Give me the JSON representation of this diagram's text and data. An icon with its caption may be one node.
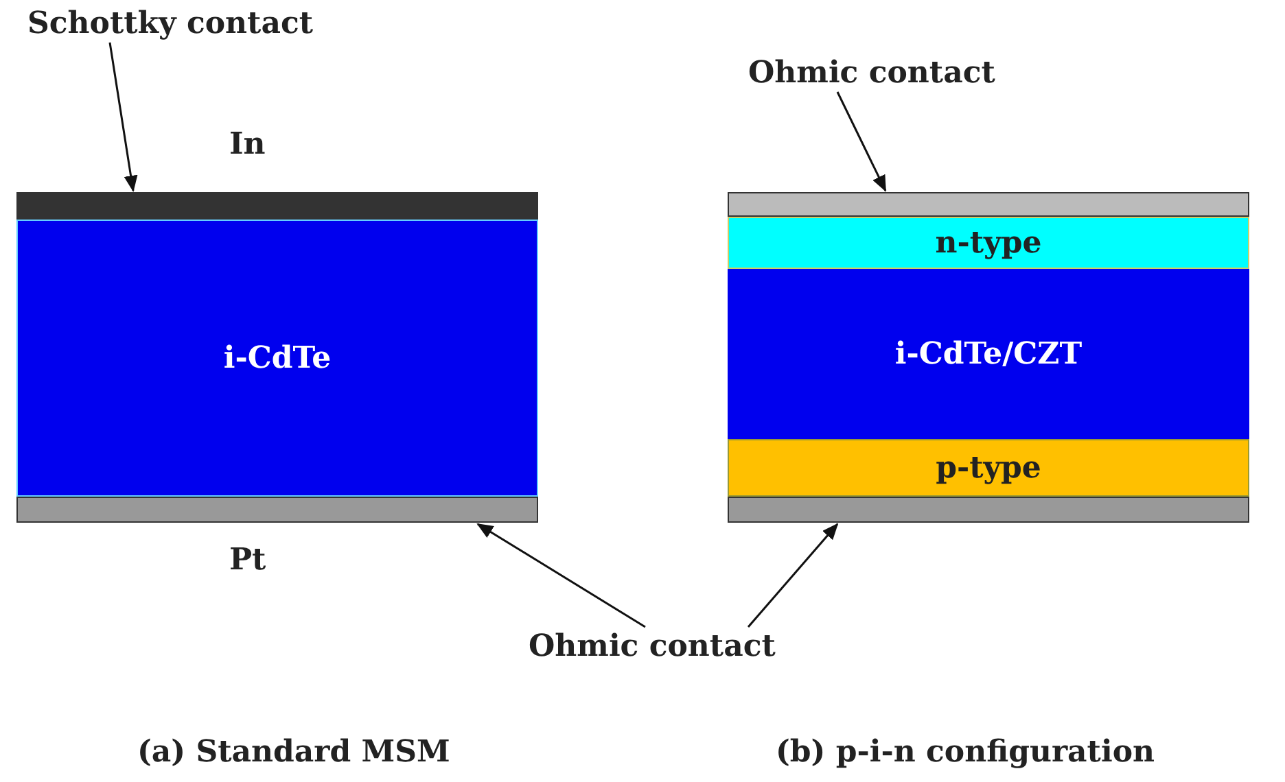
{
  "diagram": {
    "nodes": [
      {
        "text": [
          "Schottky contact"
        ]
      },
      {
        "text": [
          "In"
        ]
      },
      {
        "text": [
          "i-CdTe"
        ]
      },
      {
        "text": [
          "Pt"
        ]
      },
      {
        "text": [
          "Ohmic contact"
        ]
      },
      {
        "text": [],
        "shape": "box"
      },
      {
        "text": [
          "n-type"
        ]
      },
      {
        "text": [
          "i-CdTe/CZT"
        ]
      },
      {
        "text": [
          "p-type"
        ]
      },
      {
        "text": [],
        "shape": "box"
      },
      {
        "text": [
          "Ohmic contact"
        ]
      }
    ],
    "edges": [
      {
        "from": 0,
        "to": 1,
        "arrow": "to"
      },
      {
        "from": 4,
        "to": 5,
        "arrow": "to"
      },
      {
        "from": 10,
        "to": 3,
        "arrow": "to"
      },
      {
        "from": 10,
        "to": 9,
        "arrow": "to"
      }
    ],
    "labels": [
      "(a) Standard MSM",
      "(b) p-i-n configuration"
    ]
  }
}
